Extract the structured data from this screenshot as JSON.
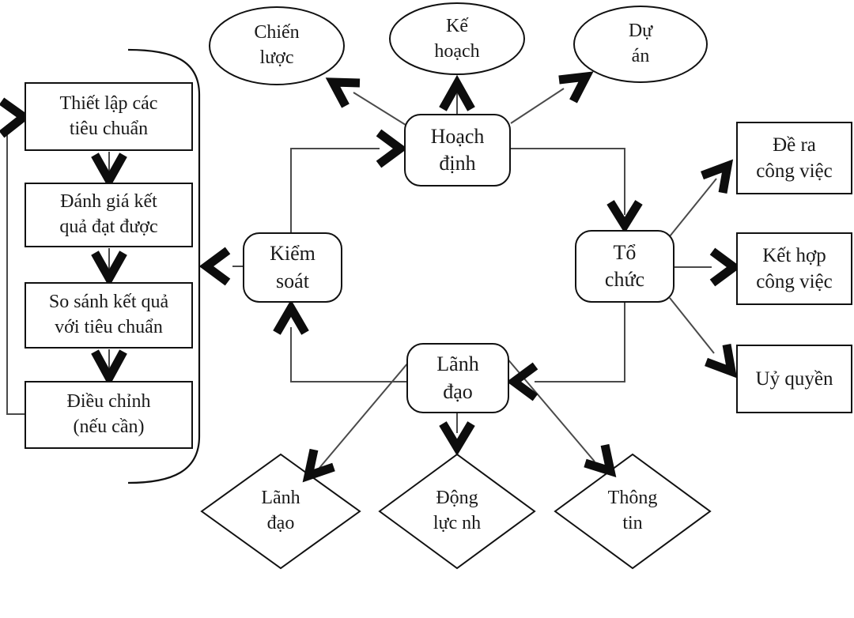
{
  "diagram": {
    "type": "flowchart",
    "language": "vi",
    "colors": {
      "background": "#ffffff",
      "shape_border": "#111111",
      "connector_line": "#4a4a4a",
      "arrowhead": "#0d0d0d",
      "text": "#1a1a1a"
    },
    "nodes": {
      "chien_luoc": {
        "label": "Chiến\nlược",
        "shape": "ellipse"
      },
      "ke_hoach": {
        "label": "Kế\nhoạch",
        "shape": "ellipse"
      },
      "du_an": {
        "label": "Dự\nán",
        "shape": "ellipse"
      },
      "hoach_dinh": {
        "label": "Hoạch\nđịnh",
        "shape": "rounded-rect"
      },
      "to_chuc": {
        "label": "Tổ\nchức",
        "shape": "rounded-rect"
      },
      "kiem_soat": {
        "label": "Kiểm\nsoát",
        "shape": "rounded-rect"
      },
      "lanh_dao": {
        "label": "Lãnh\nđạo",
        "shape": "rounded-rect"
      },
      "thiet_lap": {
        "label": "Thiết lập các\ntiêu chuẩn",
        "shape": "rect"
      },
      "danh_gia": {
        "label": "Đánh giá kết\nquả đạt được",
        "shape": "rect"
      },
      "so_sanh": {
        "label": "So sánh kết quả\nvới tiêu chuẩn",
        "shape": "rect"
      },
      "dieu_chinh": {
        "label": "Điều chỉnh\n(nếu cần)",
        "shape": "rect"
      },
      "de_ra": {
        "label": "Đề ra\ncông việc",
        "shape": "rect"
      },
      "ket_hop": {
        "label": "Kết hợp\ncông việc",
        "shape": "rect"
      },
      "uy_quyen": {
        "label": "Uỷ quyền",
        "shape": "rect"
      },
      "diamond_lanh_dao": {
        "label": "Lãnh\nđạo",
        "shape": "diamond"
      },
      "dong_luc": {
        "label": "Động\nlực nh",
        "shape": "diamond"
      },
      "thong_tin": {
        "label": "Thông\ntin",
        "shape": "diamond"
      }
    },
    "edges": [
      {
        "from": "hoach_dinh",
        "to": "chien_luoc"
      },
      {
        "from": "hoach_dinh",
        "to": "ke_hoach"
      },
      {
        "from": "hoach_dinh",
        "to": "du_an"
      },
      {
        "from": "hoach_dinh",
        "to": "to_chuc"
      },
      {
        "from": "to_chuc",
        "to": "de_ra"
      },
      {
        "from": "to_chuc",
        "to": "ket_hop"
      },
      {
        "from": "to_chuc",
        "to": "uy_quyen"
      },
      {
        "from": "to_chuc",
        "to": "lanh_dao"
      },
      {
        "from": "lanh_dao",
        "to": "diamond_lanh_dao"
      },
      {
        "from": "lanh_dao",
        "to": "dong_luc"
      },
      {
        "from": "lanh_dao",
        "to": "thong_tin"
      },
      {
        "from": "lanh_dao",
        "to": "kiem_soat"
      },
      {
        "from": "kiem_soat",
        "to": "hoach_dinh"
      },
      {
        "from": "kiem_soat",
        "to": "thiet_lap"
      },
      {
        "from": "thiet_lap",
        "to": "danh_gia"
      },
      {
        "from": "danh_gia",
        "to": "so_sanh"
      },
      {
        "from": "so_sanh",
        "to": "dieu_chinh"
      },
      {
        "from": "dieu_chinh",
        "to": "thiet_lap"
      }
    ]
  }
}
